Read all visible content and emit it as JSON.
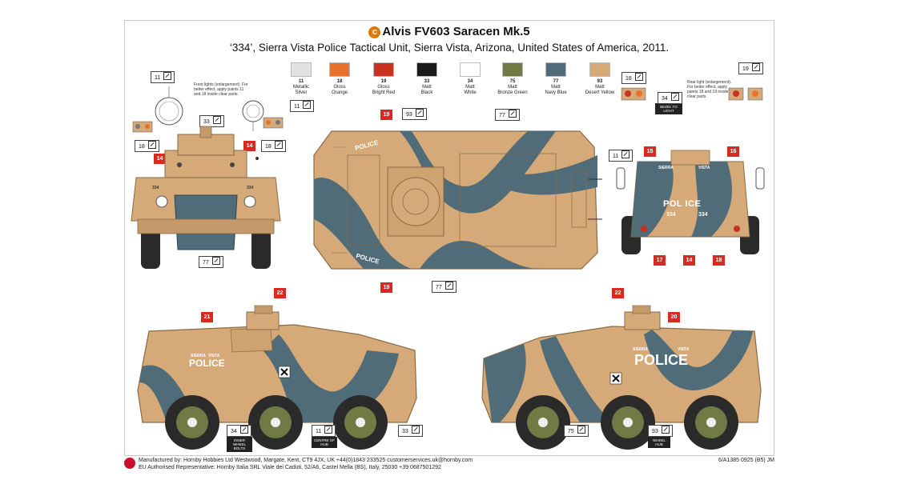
{
  "sheet": {
    "title": "Alvis FV603 Saracen Mk.5",
    "copyright_mark": "c",
    "subtitle": "‘334’, Sierra Vista Police Tactical Unit, Sierra Vista, Arizona, United States of America, 2011."
  },
  "paints": [
    {
      "num": "11",
      "finish": "Metallic",
      "name": "Silver",
      "color": "#e2e2e2"
    },
    {
      "num": "18",
      "finish": "Gloss",
      "name": "Orange",
      "color": "#e8722c"
    },
    {
      "num": "19",
      "finish": "Gloss",
      "name": "Bright Red",
      "color": "#c8331f"
    },
    {
      "num": "33",
      "finish": "Matt",
      "name": "Black",
      "color": "#1c1a1a"
    },
    {
      "num": "34",
      "finish": "Matt",
      "name": "White",
      "color": "#ffffff"
    },
    {
      "num": "75",
      "finish": "Matt",
      "name": "Bronze Green",
      "color": "#6f7a45"
    },
    {
      "num": "77",
      "finish": "Matt",
      "name": "Navy Blue",
      "color": "#4f6c78"
    },
    {
      "num": "93",
      "finish": "Matt",
      "name": "Desert Yellow",
      "color": "#d5aa78"
    }
  ],
  "callouts": {
    "paint_11": "11",
    "paint_33": "33",
    "paint_34": "34",
    "paint_75": "75",
    "paint_77": "77",
    "paint_93": "93",
    "paint_18": "18",
    "paint_19": "19",
    "decal_14": "14",
    "decal_15": "15",
    "decal_16": "16",
    "decal_17": "17",
    "decal_18": "18",
    "decal_19": "19",
    "decal_20": "20",
    "decal_21": "21",
    "decal_22": "22"
  },
  "notes": {
    "front_lights": "Front lights (enlargement). For better effect, apply paints 11 and 18 inside clear parts.",
    "rear_light": "Rear light (enlargement). For better effect, apply paints 18 and 19 inside clear parts.",
    "bezel": "BEZEL TO LIGHT",
    "inner_wheel_bolts": "INNER WHEEL BOLTS",
    "centre_of_hub": "CENTRE OF HUB",
    "wheel_hub": "WHEEL HUB"
  },
  "markings": {
    "police": "POLICE",
    "police_rear": "POL ICE",
    "sierra": "SIERRA",
    "vista": "VISTA",
    "number": "334"
  },
  "footer": {
    "manufacturer": "Manufactured by: Hornby Hobbies Ltd Westwood, Margate, Kent, CT9 4JX, UK +44(0)1843 233525 customerservices.uk@hornby.com",
    "eu_rep": "EU Authorised Representative: Hornby Italia SRL Viale dei Caduti, 52/A6, Castel Mella (BS), Italy, 25030 +39 0687501292",
    "code": "6/A1385 0925 (B5) JM"
  }
}
